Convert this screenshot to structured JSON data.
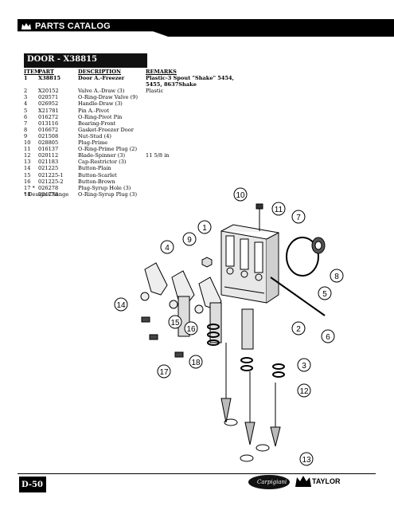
{
  "header": {
    "title": "PARTS CATALOG"
  },
  "section": {
    "title": "DOOR - X38815"
  },
  "table": {
    "columns": [
      "ITEM",
      "PART",
      "DESCRIPTION",
      "REMARKS"
    ],
    "rows": [
      [
        "1",
        "X38815",
        "Door A.-Freezer",
        "Plastic-3 Spout \"Shake\" 5454,"
      ],
      [
        "",
        "",
        "",
        "5455, 8637Shake"
      ],
      [
        "2",
        "X20152",
        "Valve A.-Draw (3)",
        "Plastic"
      ],
      [
        "3",
        "020571",
        "O-Ring-Draw Valve (9)",
        ""
      ],
      [
        "4",
        "026952",
        "Handle-Draw (3)",
        ""
      ],
      [
        "5",
        "X21781",
        "Pin A.-Pivot",
        ""
      ],
      [
        "6",
        "016272",
        "O-Ring-Pivot Pin",
        ""
      ],
      [
        "7",
        "013116",
        "Bearing-Front",
        ""
      ],
      [
        "8",
        "016672",
        "Gasket-Freezer Door",
        ""
      ],
      [
        "9",
        "021508",
        "Nut-Stud (4)",
        ""
      ],
      [
        "10",
        "028805",
        "Plug-Prime",
        ""
      ],
      [
        "11",
        "016137",
        "O-Ring-Prime Plug (2)",
        ""
      ],
      [
        "12",
        "020112",
        "Blade-Spinner (3)",
        "11 5/8 in"
      ],
      [
        "13",
        "021183",
        "Cap-Restrictor (3)",
        ""
      ],
      [
        "14",
        "021225",
        "Button-Plain",
        ""
      ],
      [
        "15",
        "021225-1",
        "Button-Scarlet",
        ""
      ],
      [
        "16",
        "021225-2",
        "Button-Brown",
        ""
      ],
      [
        "17 *",
        "026278",
        "Plug-Syrup Hole (3)",
        ""
      ],
      [
        "18",
        "024278",
        "O-Ring-Syrup Plug (3)",
        ""
      ]
    ],
    "note": "* Design Change"
  },
  "callouts": [
    "1",
    "2",
    "3",
    "4",
    "5",
    "6",
    "7",
    "8",
    "9",
    "10",
    "11",
    "12",
    "13",
    "14",
    "15",
    "16",
    "17",
    "18"
  ],
  "footer": {
    "page": "D-50",
    "brand_left": "Carpigiani",
    "brand_right": "TAYLOR"
  }
}
